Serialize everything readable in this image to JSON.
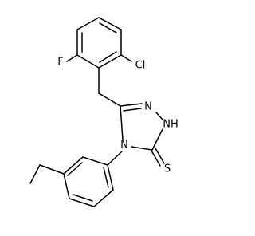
{
  "molecule": {
    "atoms": {
      "chlorine": "Cl",
      "fluorine": "F",
      "triazole_n1": "N",
      "triazole_nh": "NH",
      "triazole_n4": "N",
      "sulfur": "S"
    },
    "colors": {
      "bonds": "#000000",
      "labels": "#000000",
      "background": "#ffffff"
    }
  }
}
